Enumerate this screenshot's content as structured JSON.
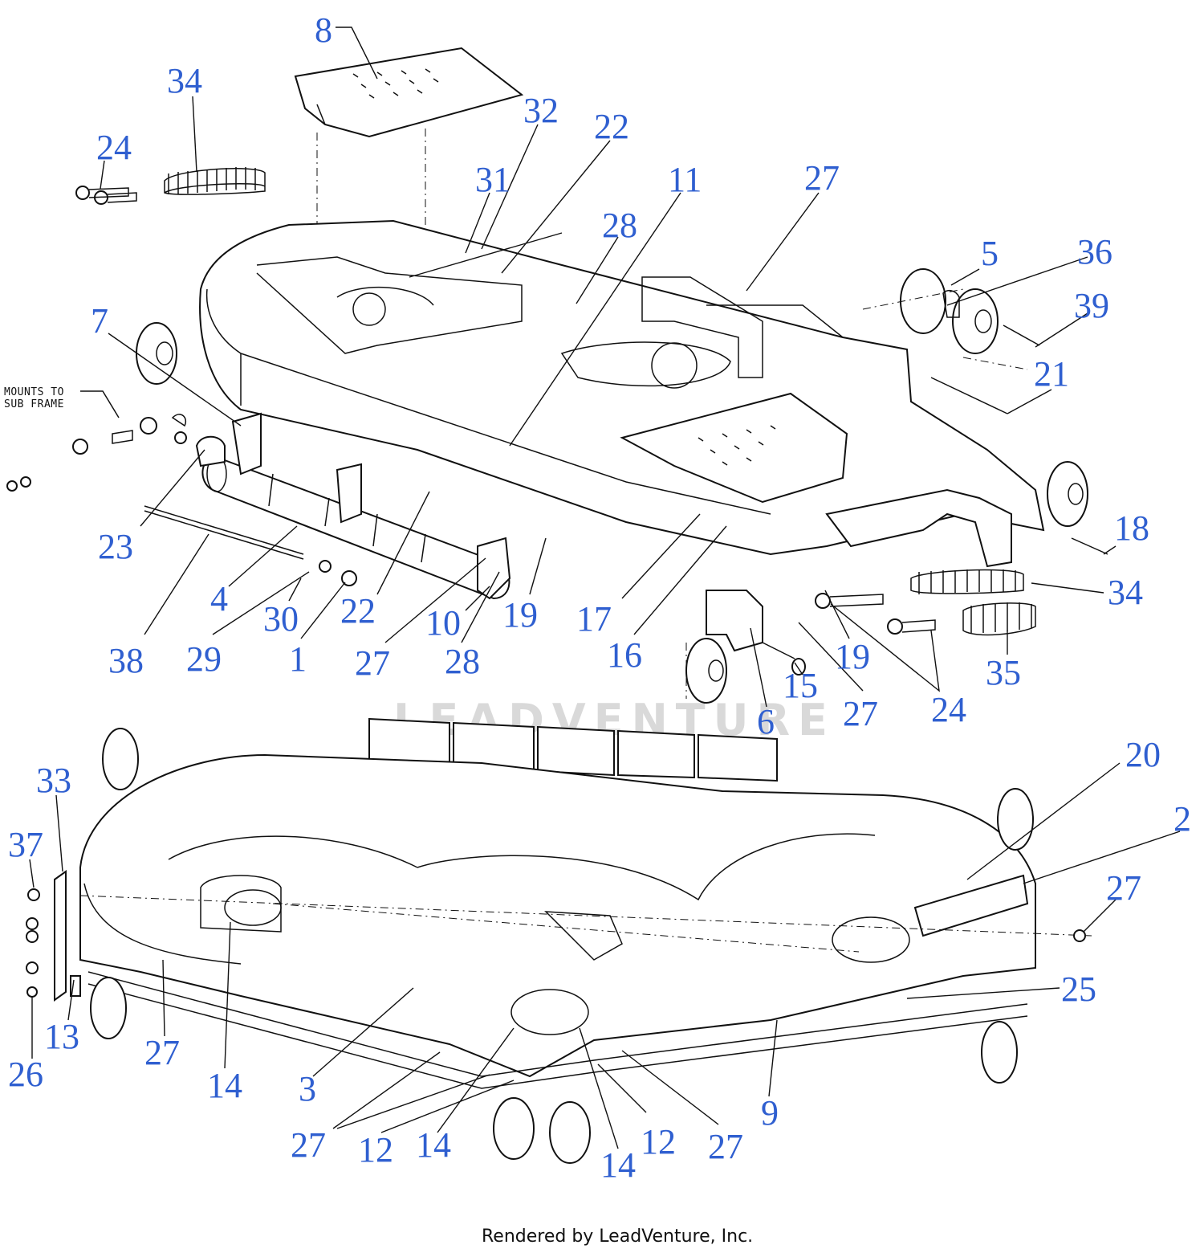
{
  "footer": "Rendered by LeadVenture, Inc.",
  "watermark": "LEADVENTURE",
  "mounts_note": [
    "MOUNTS TO",
    "SUB FRAME"
  ],
  "callouts": {
    "c8": "8",
    "c34a": "34",
    "c24a": "24",
    "c32": "32",
    "c22a": "22",
    "c31": "31",
    "c11": "11",
    "c27a": "27",
    "c28a": "28",
    "c5": "5",
    "c36": "36",
    "c39": "39",
    "c21": "21",
    "c7": "7",
    "c23": "23",
    "c4": "4",
    "c38": "38",
    "c29": "29",
    "c30": "30",
    "c1": "1",
    "c22b": "22",
    "c27b": "27",
    "c10": "10",
    "c28b": "28",
    "c19a": "19",
    "c17": "17",
    "c16": "16",
    "c18": "18",
    "c34b": "34",
    "c19b": "19",
    "c15": "15",
    "c6": "6",
    "c27c": "27",
    "c24b": "24",
    "c35": "35",
    "c20": "20",
    "c2": "2",
    "c33": "33",
    "c37": "37",
    "c27d": "27",
    "c13": "13",
    "c26": "26",
    "c27e": "27",
    "c14a": "14",
    "c3": "3",
    "c25": "25",
    "c27f": "27",
    "c12a": "12",
    "c14b": "14",
    "c14c": "14",
    "c12b": "12",
    "c27g": "27",
    "c9": "9"
  }
}
